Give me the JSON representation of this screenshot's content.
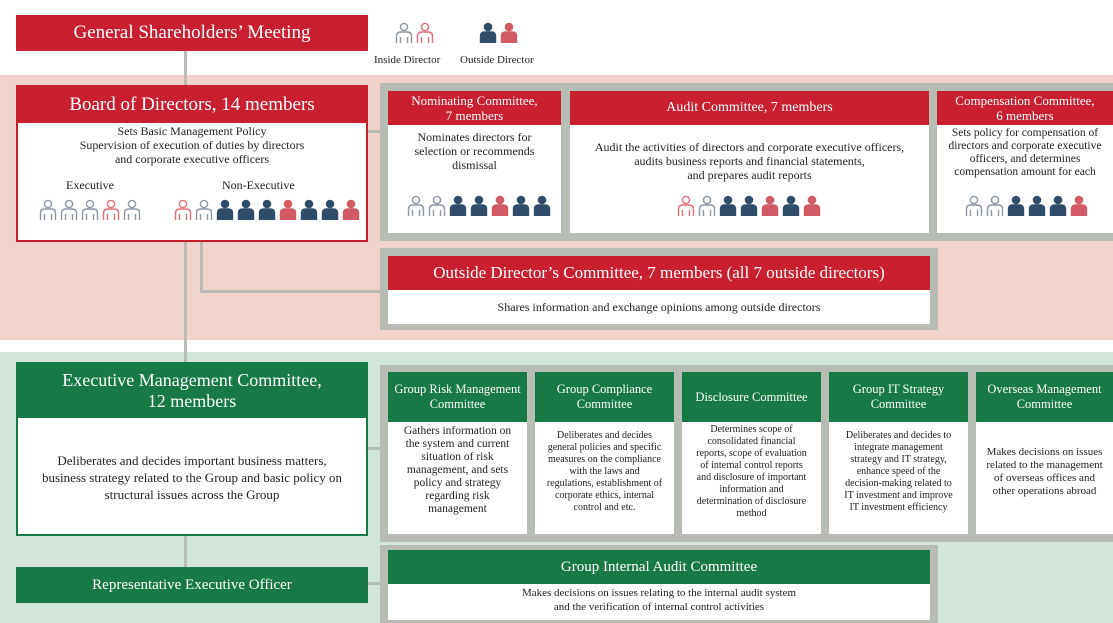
{
  "colors": {
    "red": "#c8202f",
    "green": "#177a46",
    "pink_band": "#f2d3cc",
    "green_band": "#d3e6db",
    "inside_icon": "#e06f78",
    "outside_icon_dark": "#2f4d6b",
    "outside_icon_red": "#d25a64"
  },
  "legend": {
    "inside": "Inside Director",
    "outside": "Outside Director"
  },
  "gsm": {
    "title": "General Shareholders’ Meeting"
  },
  "board": {
    "title": "Board of Directors, 14 members",
    "desc": "Sets Basic Management Policy\nSupervision of execution of duties by directors\nand corporate executive officers",
    "executive_label": "Executive",
    "non_executive_label": "Non-Executive",
    "executive_people": [
      "inside-outline",
      "inside-outline",
      "inside-outline",
      "inside-red",
      "inside-outline"
    ],
    "non_executive_people": [
      "inside-red",
      "inside-outline",
      "outside-dark",
      "outside-dark",
      "outside-dark",
      "outside-red",
      "outside-dark",
      "outside-dark",
      "outside-red"
    ]
  },
  "nominating": {
    "title": "Nominating Committee,\n7 members",
    "desc": "Nominates directors for\nselection or recommends\ndismissal",
    "people": [
      "inside-outline",
      "inside-outline",
      "outside-dark",
      "outside-dark",
      "outside-red",
      "outside-dark",
      "outside-dark"
    ]
  },
  "audit": {
    "title": "Audit Committee, 7 members",
    "desc": "Audit the activities of directors and corporate executive officers,\naudits business reports and financial statements,\nand prepares audit reports",
    "people": [
      "inside-red",
      "inside-outline",
      "outside-dark",
      "outside-dark",
      "outside-red",
      "outside-dark",
      "outside-red"
    ]
  },
  "compensation": {
    "title": "Compensation Committee,\n6 members",
    "desc": "Sets policy for compensation of\ndirectors and corporate executive\nofficers, and determines\ncompensation amount for each",
    "people": [
      "inside-outline",
      "inside-outline",
      "outside-dark",
      "outside-dark",
      "outside-dark",
      "outside-red"
    ]
  },
  "outside_committee": {
    "title": "Outside Director’s Committee, 7 members (all 7 outside directors)",
    "desc": "Shares information and exchange opinions among outside directors"
  },
  "emc": {
    "title": "Executive Management Committee,\n12 members",
    "desc": "Deliberates and decides important business matters,\nbusiness strategy related to the Group and basic policy on\nstructural issues across the Group"
  },
  "committees": [
    {
      "title": "Group Risk Management\nCommittee",
      "desc": "Gathers information on\nthe system and current\nsituation of risk\nmanagement, and sets\npolicy and strategy\nregarding risk\nmanagement"
    },
    {
      "title": "Group Compliance\nCommittee",
      "desc": "Deliberates and decides\ngeneral policies and specific\nmeasures on the compliance\nwith the laws and\nregulations, establishment of\ncorporate ethics, internal\ncontrol and etc."
    },
    {
      "title": "Disclosure Committee",
      "desc": "Determines scope of\nconsolidated financial\nreports, scope of evaluation\nof internal control reports\nand disclosure of important\ninformation and\ndetermination of disclosure\nmethod"
    },
    {
      "title": "Group IT Strategy\nCommittee",
      "desc": "Deliberates and decides to\nintegrate management\nstrategy and IT strategy,\nenhance speed of the\ndecision-making related to\nIT investment and improve\nIT investment efficiency"
    },
    {
      "title": "Overseas Management\nCommittee",
      "desc": "Makes decisions on issues\nrelated to the management\nof overseas offices and\nother operations abroad"
    }
  ],
  "rep": {
    "title": "Representative Executive Officer"
  },
  "giac": {
    "title": "Group Internal Audit Committee",
    "desc": "Makes decisions on issues relating to the internal audit system\nand the verification of internal control activities"
  }
}
